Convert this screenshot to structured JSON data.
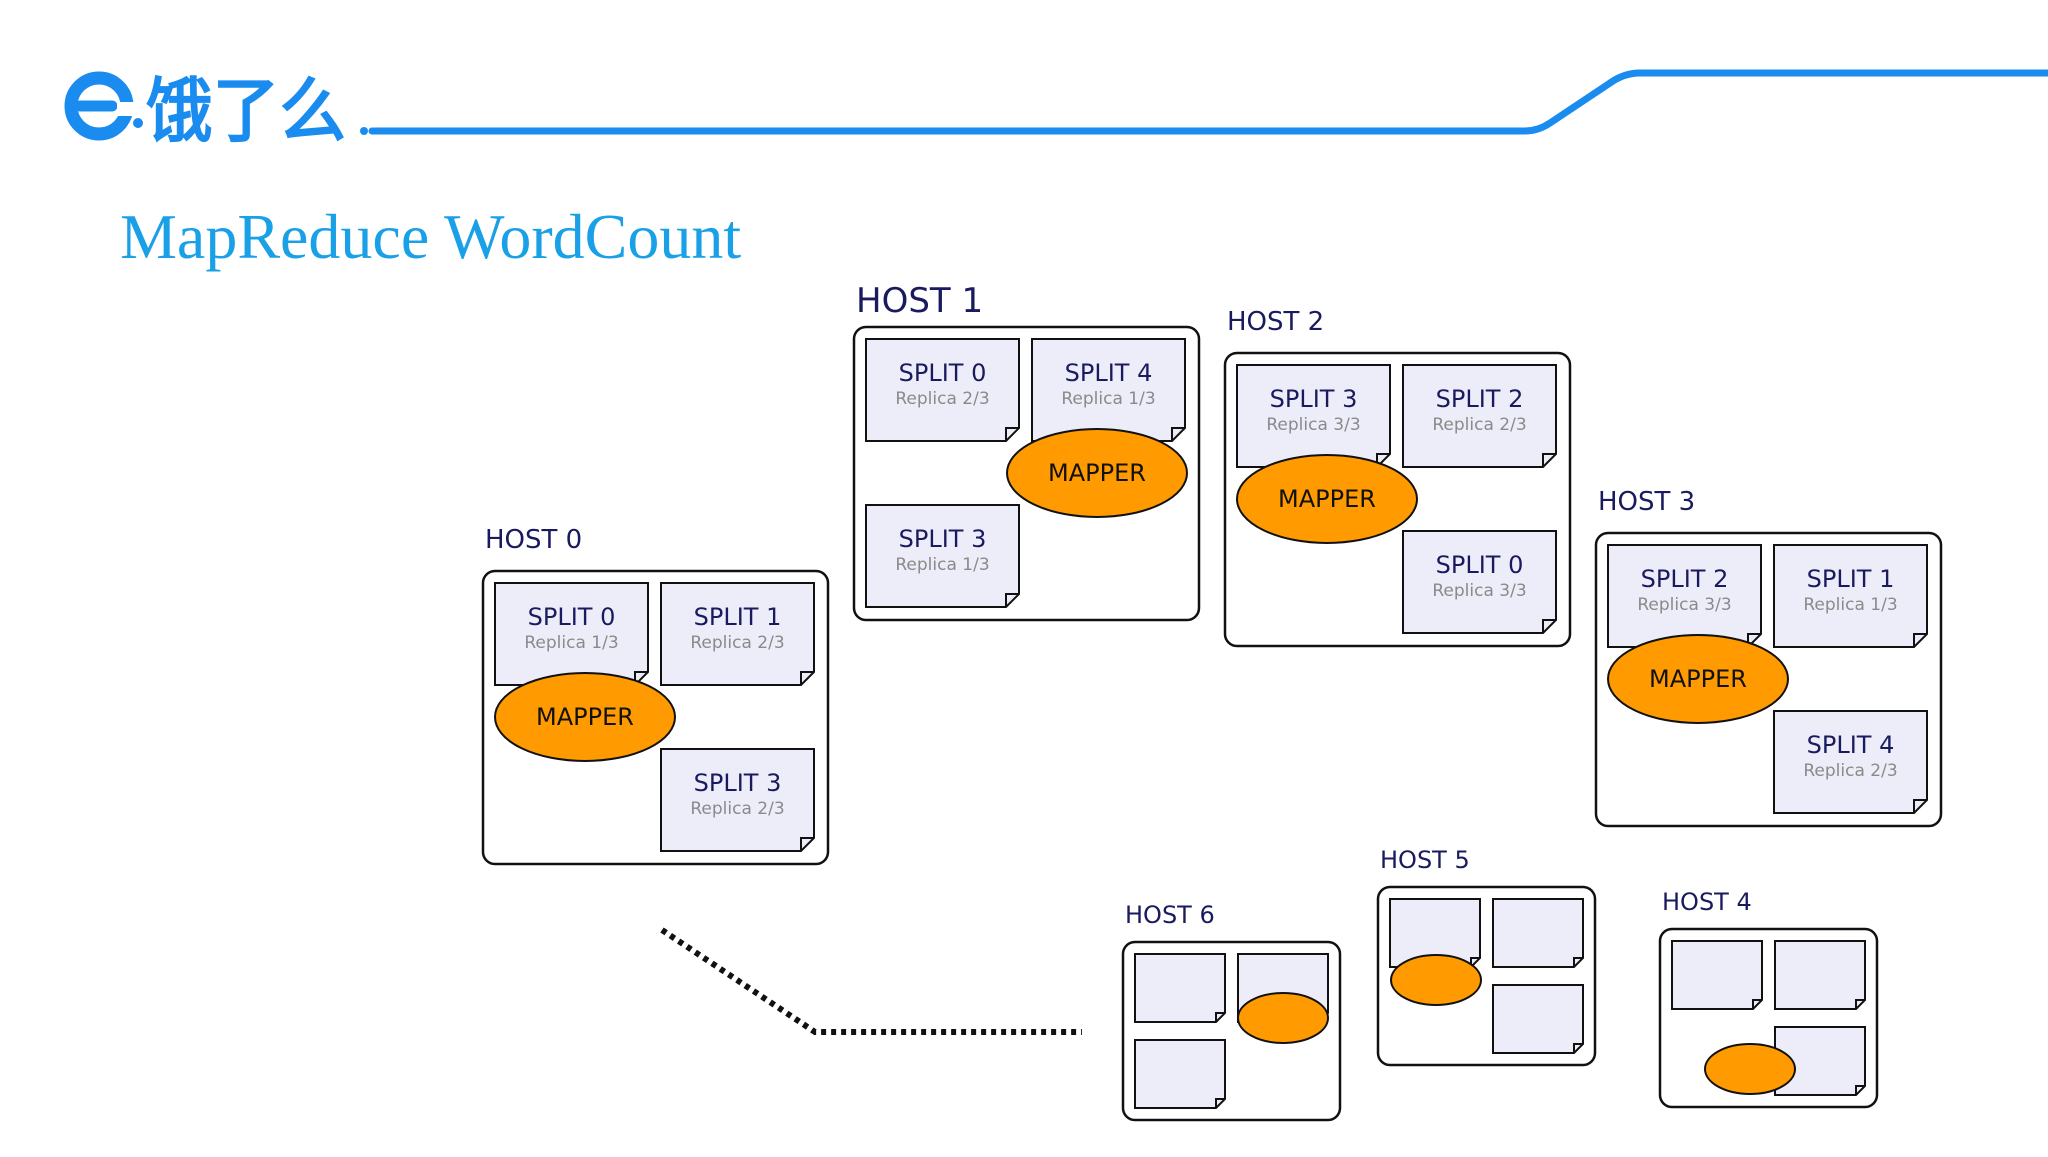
{
  "brand": {
    "logo_text": "饿了么",
    "accent_color": "#1a8cef"
  },
  "slide": {
    "title": "MapReduce WordCount"
  },
  "colors": {
    "host_label": "#1a1a5e",
    "split_fill": "#ededfa",
    "mapper_fill": "#ff9a00",
    "replica_text": "#8a8a8a"
  },
  "hosts": [
    {
      "label": "HOST 0",
      "splits": [
        {
          "name": "SPLIT 0",
          "replica": "Replica 1/3"
        },
        {
          "name": "SPLIT 1",
          "replica": "Replica 2/3"
        },
        {
          "name": "SPLIT 3",
          "replica": "Replica 2/3"
        }
      ],
      "mapper": "MAPPER"
    },
    {
      "label": "HOST 1",
      "splits": [
        {
          "name": "SPLIT 0",
          "replica": "Replica 2/3"
        },
        {
          "name": "SPLIT 4",
          "replica": "Replica 1/3"
        },
        {
          "name": "SPLIT 3",
          "replica": "Replica 1/3"
        }
      ],
      "mapper": "MAPPER"
    },
    {
      "label": "HOST 2",
      "splits": [
        {
          "name": "SPLIT 3",
          "replica": "Replica 3/3"
        },
        {
          "name": "SPLIT 2",
          "replica": "Replica 2/3"
        },
        {
          "name": "SPLIT 0",
          "replica": "Replica 3/3"
        }
      ],
      "mapper": "MAPPER"
    },
    {
      "label": "HOST 3",
      "splits": [
        {
          "name": "SPLIT 2",
          "replica": "Replica 3/3"
        },
        {
          "name": "SPLIT 1",
          "replica": "Replica 1/3"
        },
        {
          "name": "SPLIT 4",
          "replica": "Replica 2/3"
        }
      ],
      "mapper": "MAPPER"
    },
    {
      "label": "HOST 4"
    },
    {
      "label": "HOST 5"
    },
    {
      "label": "HOST 6"
    }
  ]
}
